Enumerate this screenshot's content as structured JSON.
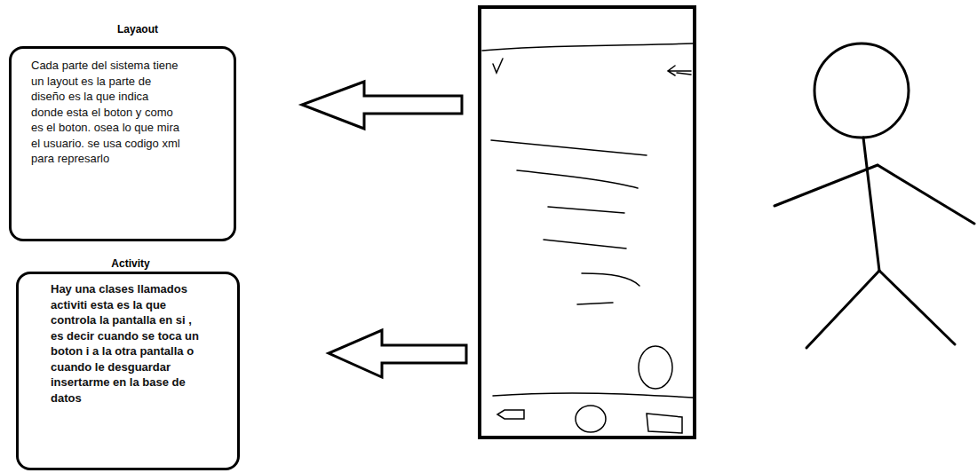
{
  "diagram": {
    "nodes": [
      {
        "text": [
          "Layaout",
          "Cada parte del sistema tiene un layout es la parte de diseño es la que indica donde esta el boton y como es el boton. osea lo que mira el usuario. se usa codigo xml para represarlo"
        ]
      },
      {
        "text": [
          "Activity",
          "Hay una clases llamados activiti esta es la que controla la pantalla en si , es decir cuando se toca un boton i a la otra pantalla o cuando le desguardar insertarme en la base de datos"
        ]
      }
    ]
  }
}
